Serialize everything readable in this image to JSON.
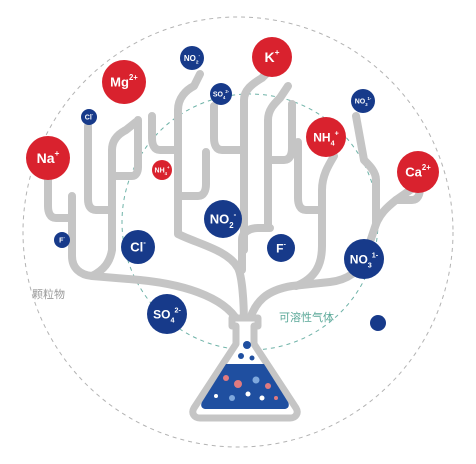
{
  "colors": {
    "red": "#d9222e",
    "blue": "#173a8a",
    "branch": "#c5c5c5",
    "outer_circle": "#b3b3b3",
    "inner_circle": "#6fb3a8",
    "particle_label": "#9a9a9a",
    "gas_label": "#5aa898",
    "flask_liquid": "#1f4fa0"
  },
  "labels": {
    "particulate": "颗粒物",
    "soluble_gas": "可溶性气体"
  },
  "ions": [
    {
      "id": "na",
      "base": "Na",
      "sub": "",
      "sup": "+",
      "color": "red"
    },
    {
      "id": "mg",
      "base": "Mg",
      "sub": "",
      "sup": "2+",
      "color": "red"
    },
    {
      "id": "k",
      "base": "K",
      "sub": "",
      "sup": "+",
      "color": "red"
    },
    {
      "id": "nh4a",
      "base": "NH",
      "sub": "4",
      "sup": "+",
      "color": "red"
    },
    {
      "id": "ca",
      "base": "Ca",
      "sub": "",
      "sup": "2+",
      "color": "red"
    },
    {
      "id": "nh4b",
      "base": "NH",
      "sub": "4",
      "sup": "+",
      "color": "red"
    },
    {
      "id": "cl_s",
      "base": "Cl",
      "sub": "",
      "sup": "-",
      "color": "blue"
    },
    {
      "id": "no2_s",
      "base": "NO",
      "sub": "2",
      "sup": "-",
      "color": "blue"
    },
    {
      "id": "so4_s",
      "base": "SO",
      "sub": "4",
      "sup": "2-",
      "color": "blue"
    },
    {
      "id": "no3_s",
      "base": "NO",
      "sub": "3",
      "sup": "1-",
      "color": "blue"
    },
    {
      "id": "f_s",
      "base": "F",
      "sub": "",
      "sup": "-",
      "color": "blue"
    },
    {
      "id": "cl_l",
      "base": "Cl",
      "sub": "",
      "sup": "-",
      "color": "blue"
    },
    {
      "id": "no2_l",
      "base": "NO",
      "sub": "2",
      "sup": "-",
      "color": "blue"
    },
    {
      "id": "f_l",
      "base": "F",
      "sub": "",
      "sup": "-",
      "color": "blue"
    },
    {
      "id": "no3_l",
      "base": "NO",
      "sub": "3",
      "sup": "1-",
      "color": "blue"
    },
    {
      "id": "so4_l",
      "base": "SO",
      "sub": "4",
      "sup": "2-",
      "color": "blue"
    },
    {
      "id": "dot",
      "base": "",
      "sub": "",
      "sup": "",
      "color": "blue"
    }
  ]
}
